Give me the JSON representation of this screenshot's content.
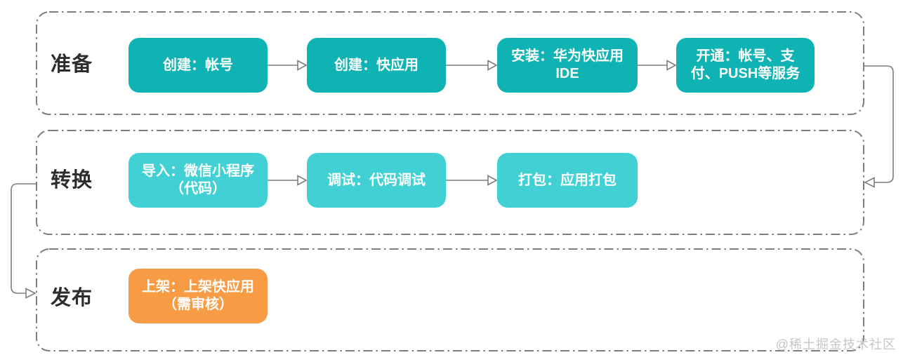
{
  "watermark": "@稀土掘金技术社区",
  "colors": {
    "prepare_box": "#0fb3b3",
    "convert_box": "#41d1d5",
    "publish_box": "#f89b45",
    "line": "#7d7d7d",
    "label_text": "#2d2d2d",
    "box_text": "#ffffff",
    "watermark_text": "#c6c6c6",
    "background": "#ffffff"
  },
  "lanes": [
    {
      "label": "准备",
      "boxes": [
        "创建：帐号",
        "创建：快应用",
        "安装：华为快应用\nIDE",
        "开通：帐号、支\n付、PUSH等服务"
      ]
    },
    {
      "label": "转换",
      "boxes": [
        "导入：微信小程序\n（代码）",
        "调试：代码调试",
        "打包：应用打包"
      ]
    },
    {
      "label": "发布",
      "boxes": [
        "上架：上架快应用\n（需审核）"
      ]
    }
  ]
}
